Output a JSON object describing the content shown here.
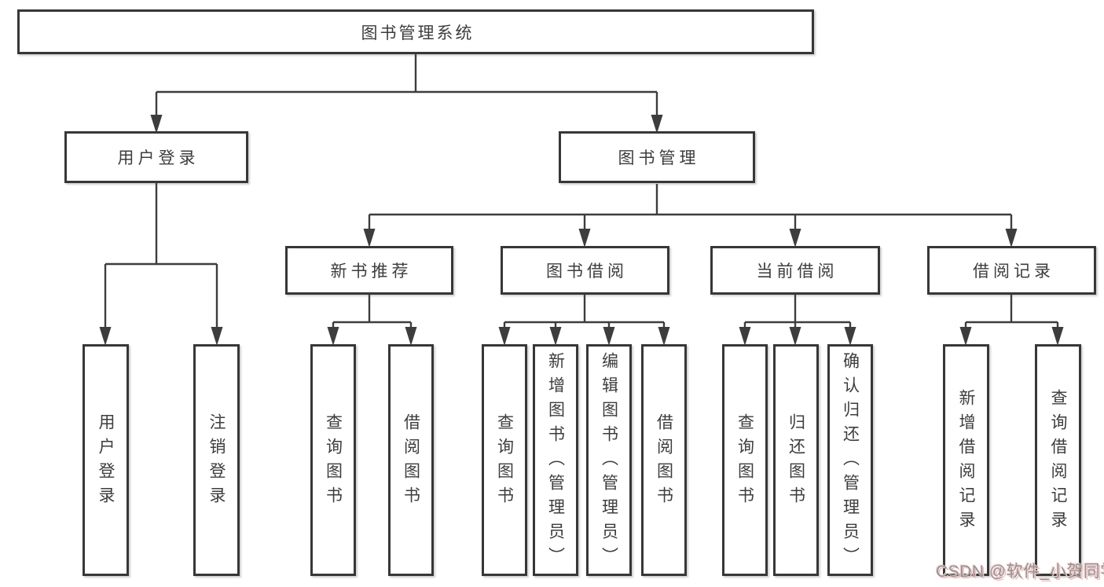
{
  "tree": {
    "root": "图书管理系统",
    "branches": [
      {
        "label": "用户登录",
        "children": [
          "用户登录",
          "注销登录"
        ]
      },
      {
        "label": "图书管理",
        "sections": [
          {
            "label": "新书推荐",
            "children": [
              "查询图书",
              "借阅图书"
            ]
          },
          {
            "label": "图书借阅",
            "children": [
              "查询图书",
              "新增图书（管理员）",
              "编辑图书（管理员）",
              "借阅图书"
            ]
          },
          {
            "label": "当前借阅",
            "children": [
              "查询图书",
              "归还图书",
              "确认归还（管理员）"
            ]
          },
          {
            "label": "借阅记录",
            "children": [
              "新增借阅记录",
              "查询借阅记录"
            ]
          }
        ]
      }
    ]
  },
  "watermark": {
    "text": "CSDN @软件_小贺同学"
  },
  "colors": {
    "background": "#ffffff",
    "line": "#3d3d3d",
    "box_border": "#373737",
    "text": "#3d3d3d",
    "watermark_gray": "#949494",
    "watermark_pink": "#efc0c0"
  }
}
